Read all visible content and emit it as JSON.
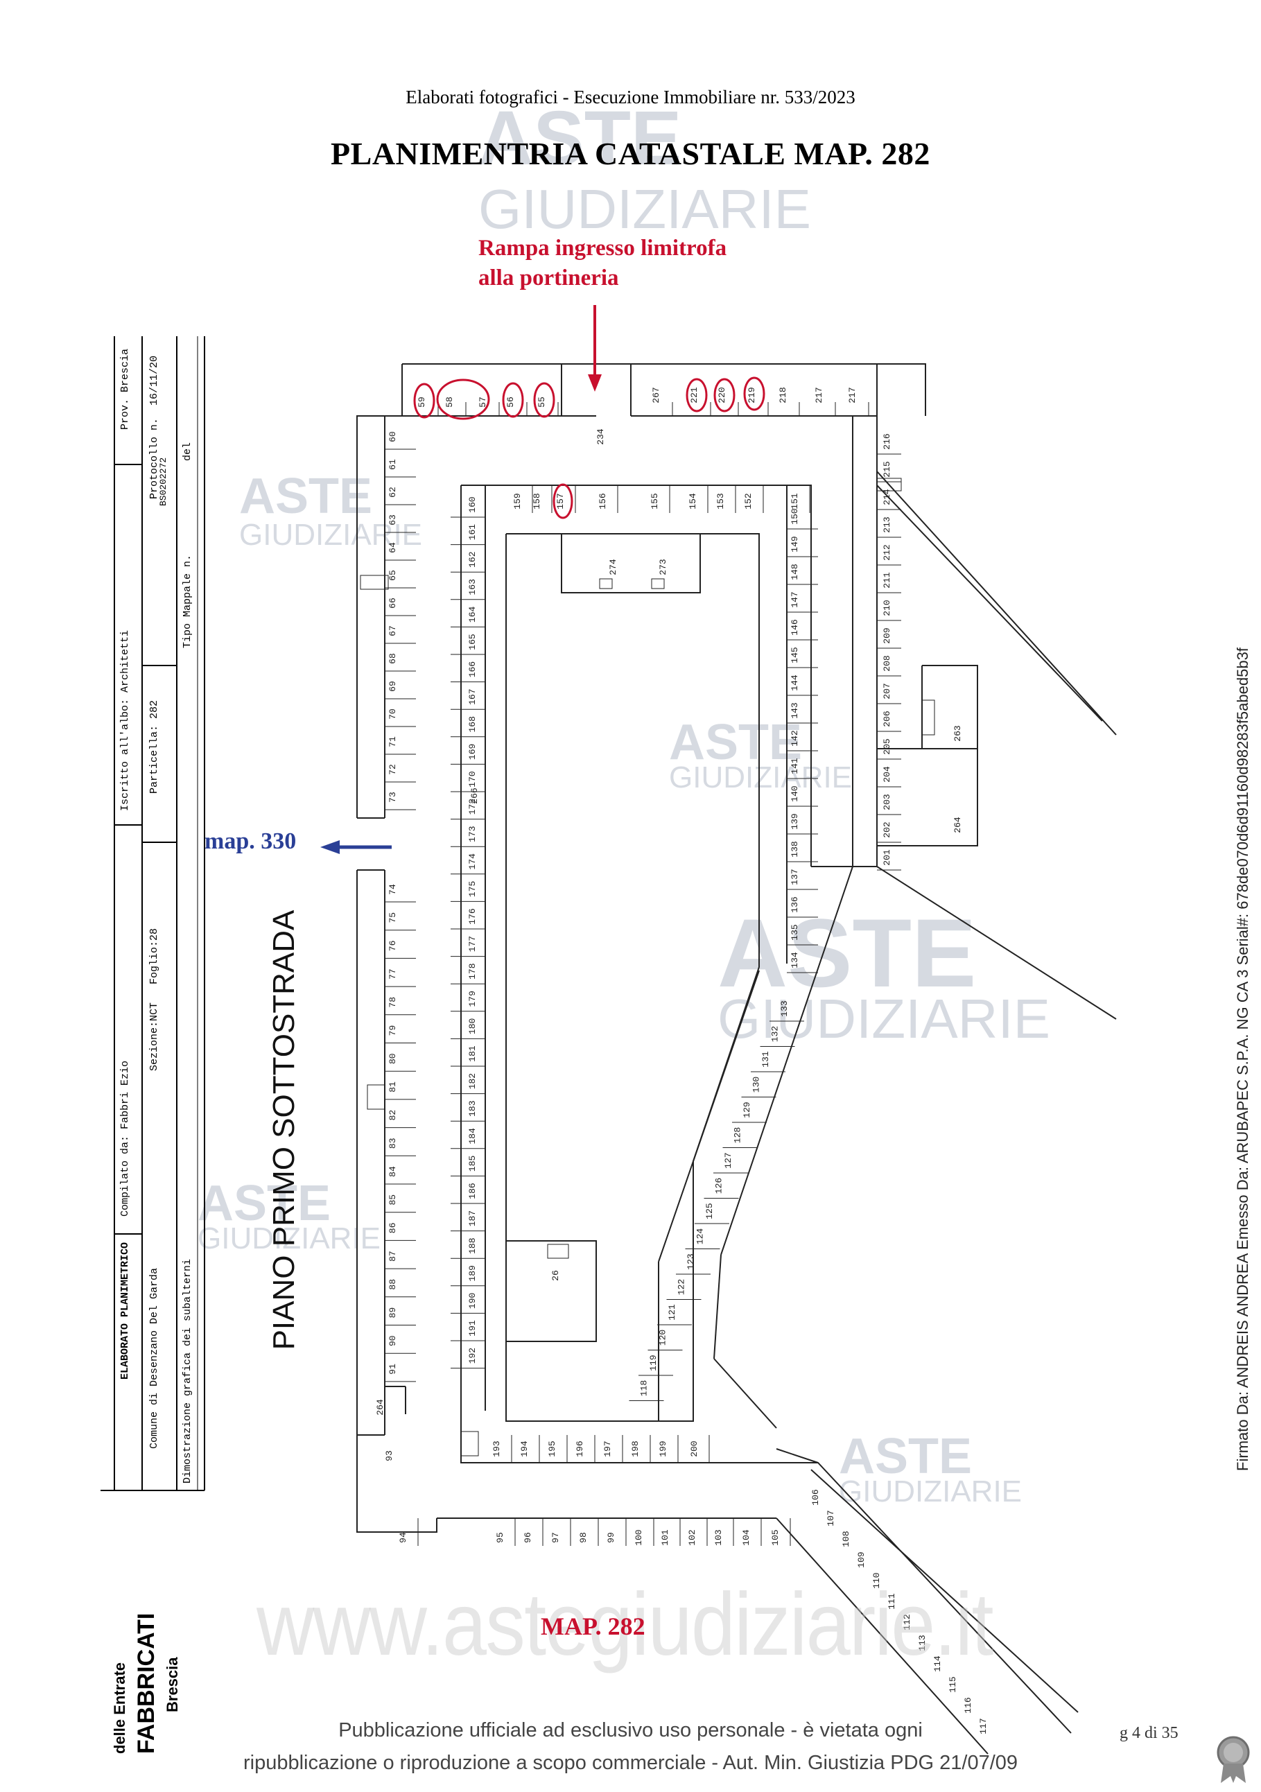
{
  "header": "Elaborati fotografici  - Esecuzione Immobiliare  nr. 533/2023",
  "title": "PLANIMENTRIA CATASTALE MAP. 282",
  "annotations": {
    "ramp_line1": "Rampa ingresso limitrofa",
    "ramp_line2": "alla portineria",
    "map330": "map. 330",
    "map282": "MAP. 282"
  },
  "floor_label": "PIANO PRIMO SOTTOSTRADA",
  "cadastral_block": {
    "elaborato": "ELABORATO PLANIMETRICO",
    "compilato": "Compilato da: Fabbri Ezio",
    "iscritto": "Iscritto all'albo: Architetti",
    "prov": "Prov. Brescia",
    "comune": "Comune di Desenzano Del Garda",
    "sezione": "Sezione:NCT",
    "foglio": "Foglio:28",
    "particella": "Particella: 282",
    "protocollo": "Protocollo n.",
    "protocollo_num": "BS0202272",
    "protocollo_date": "16/11/20",
    "dimostrazione": "Dimostrazione grafica dei subalterni",
    "tipo_mappale": "Tipo Mappale n.",
    "del": "del",
    "agenzia": "delle Entrate",
    "fabbricati": "FABBRICATI",
    "citta": "Brescia"
  },
  "watermarks": {
    "aste": "ASTE",
    "giudiziarie": "GIUDIZIARIE",
    "url": "www.astegiudiziarie.it"
  },
  "footer": {
    "line1": "Pubblicazione ufficiale ad esclusivo uso personale - è vietata ogni",
    "line2": "ripubblicazione o riproduzione a scopo commerciale - Aut. Min. Giustizia PDG 21/07/09",
    "page": "g 4 di 35"
  },
  "signature": "Firmato Da: ANDREIS ANDREA Emesso Da: ARUBAPEC S.P.A. NG CA 3 Serial#: 678de070d6d91160d98283f5abed5b3f",
  "stalls": {
    "top_row": [
      "59",
      "58",
      "57",
      "56",
      "55"
    ],
    "top_row_right": [
      "267",
      "221",
      "220",
      "219",
      "218",
      "217",
      "217"
    ],
    "left_column": [
      "60",
      "61",
      "62",
      "63",
      "64",
      "65",
      "66",
      "67",
      "68",
      "69",
      "70",
      "71",
      "72",
      "73"
    ],
    "left_column_lower": [
      "74",
      "75",
      "76",
      "77",
      "78",
      "79",
      "80",
      "81",
      "82",
      "83",
      "84",
      "85",
      "86",
      "87",
      "88",
      "89",
      "90",
      "91"
    ],
    "inner_left": [
      "160",
      "161",
      "162",
      "163",
      "164",
      "165",
      "166",
      "167",
      "168",
      "169",
      "170",
      "172",
      "173",
      "174",
      "175",
      "176",
      "177",
      "178",
      "179",
      "180",
      "181",
      "182",
      "183",
      "184",
      "185",
      "186",
      "187",
      "188",
      "189",
      "190",
      "191",
      "192"
    ],
    "inner_top": [
      "159",
      "158",
      "157",
      "156",
      "155",
      "154",
      "153",
      "152",
      "151"
    ],
    "inner_right": [
      "150",
      "149",
      "148",
      "147",
      "146",
      "145",
      "144",
      "143",
      "142",
      "141",
      "140",
      "139",
      "138",
      "137",
      "136",
      "135",
      "134"
    ],
    "right_column": [
      "216",
      "215",
      "214",
      "213",
      "212",
      "211",
      "210",
      "209",
      "208",
      "207",
      "206",
      "205",
      "204",
      "203",
      "202",
      "201"
    ],
    "diagonal": [
      "133",
      "132",
      "131",
      "130",
      "129",
      "128",
      "127",
      "126",
      "125",
      "124",
      "123",
      "122",
      "121",
      "120",
      "119",
      "118"
    ],
    "bottom_row": [
      "193",
      "194",
      "195",
      "196",
      "197",
      "198",
      "199",
      "200"
    ],
    "bottom_lower": [
      "94",
      "95",
      "96",
      "97",
      "98",
      "99",
      "100",
      "101",
      "102",
      "103",
      "104",
      "105"
    ],
    "ramp_lower": [
      "106",
      "107",
      "108",
      "109",
      "110",
      "111",
      "112",
      "113",
      "114",
      "115",
      "116",
      "117"
    ],
    "misc": [
      "234",
      "274",
      "273",
      "266",
      "263",
      "264",
      "264",
      "26",
      "93"
    ]
  }
}
